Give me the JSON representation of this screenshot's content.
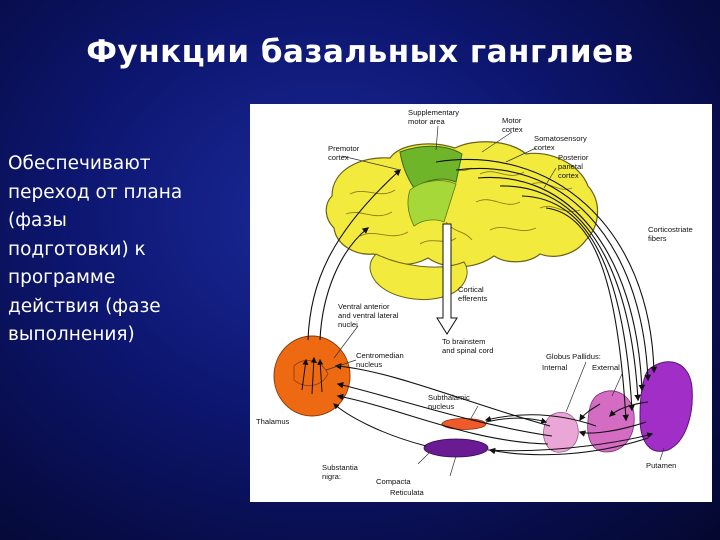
{
  "slide": {
    "title": "Функции базальных ганглиев",
    "body_lines": [
      "Обеспечивают",
      "переход от плана",
      "(фазы",
      "подготовки) к",
      "программе",
      "действия (фазе",
      "выполнения)"
    ]
  },
  "diagram": {
    "labels": {
      "supplementary_motor_area": [
        "Supplementary",
        "motor area"
      ],
      "motor_cortex": [
        "Motor",
        "cortex"
      ],
      "somatosensory_cortex": [
        "Somatosensory",
        "cortex"
      ],
      "premotor_cortex": [
        "Premotor",
        "cortex"
      ],
      "posterior_parietal_cortex": [
        "Posterior",
        "parietal",
        "cortex"
      ],
      "corticostriate_fibers": [
        "Corticostriate",
        "fibers"
      ],
      "cortical_efferents": [
        "Cortical",
        "efferents"
      ],
      "ventral_nuclei": [
        "Ventral anterior",
        "and ventral lateral",
        "nuclei"
      ],
      "to_brainstem": [
        "To brainstem",
        "and spinal cord"
      ],
      "centromedian_nucleus": [
        "Centromedian",
        "nucleus"
      ],
      "globus_pallidus": "Globus Pallidus:",
      "internal": "Internal",
      "external": "External",
      "thalamus": "Thalamus",
      "subthalamic_nucleus": [
        "Subthalamic",
        "nucleus"
      ],
      "putamen": "Putamen",
      "substantia_nigra": [
        "Substantia",
        "nigra:"
      ],
      "compacta": "Compacta",
      "reticulata": "Reticulata"
    },
    "colors": {
      "brain": "#f2ea3c",
      "motor_area": "#9ed130",
      "thalamus": "#ee6a12",
      "subthalamic": "#f05a2a",
      "globus_internal": "#eaa6d6",
      "globus_external": "#d36cc2",
      "putamen": "#a12fc7",
      "substantia_nigra": "#6a1a92",
      "title": "#ffffff",
      "background": "#0d1670"
    }
  }
}
